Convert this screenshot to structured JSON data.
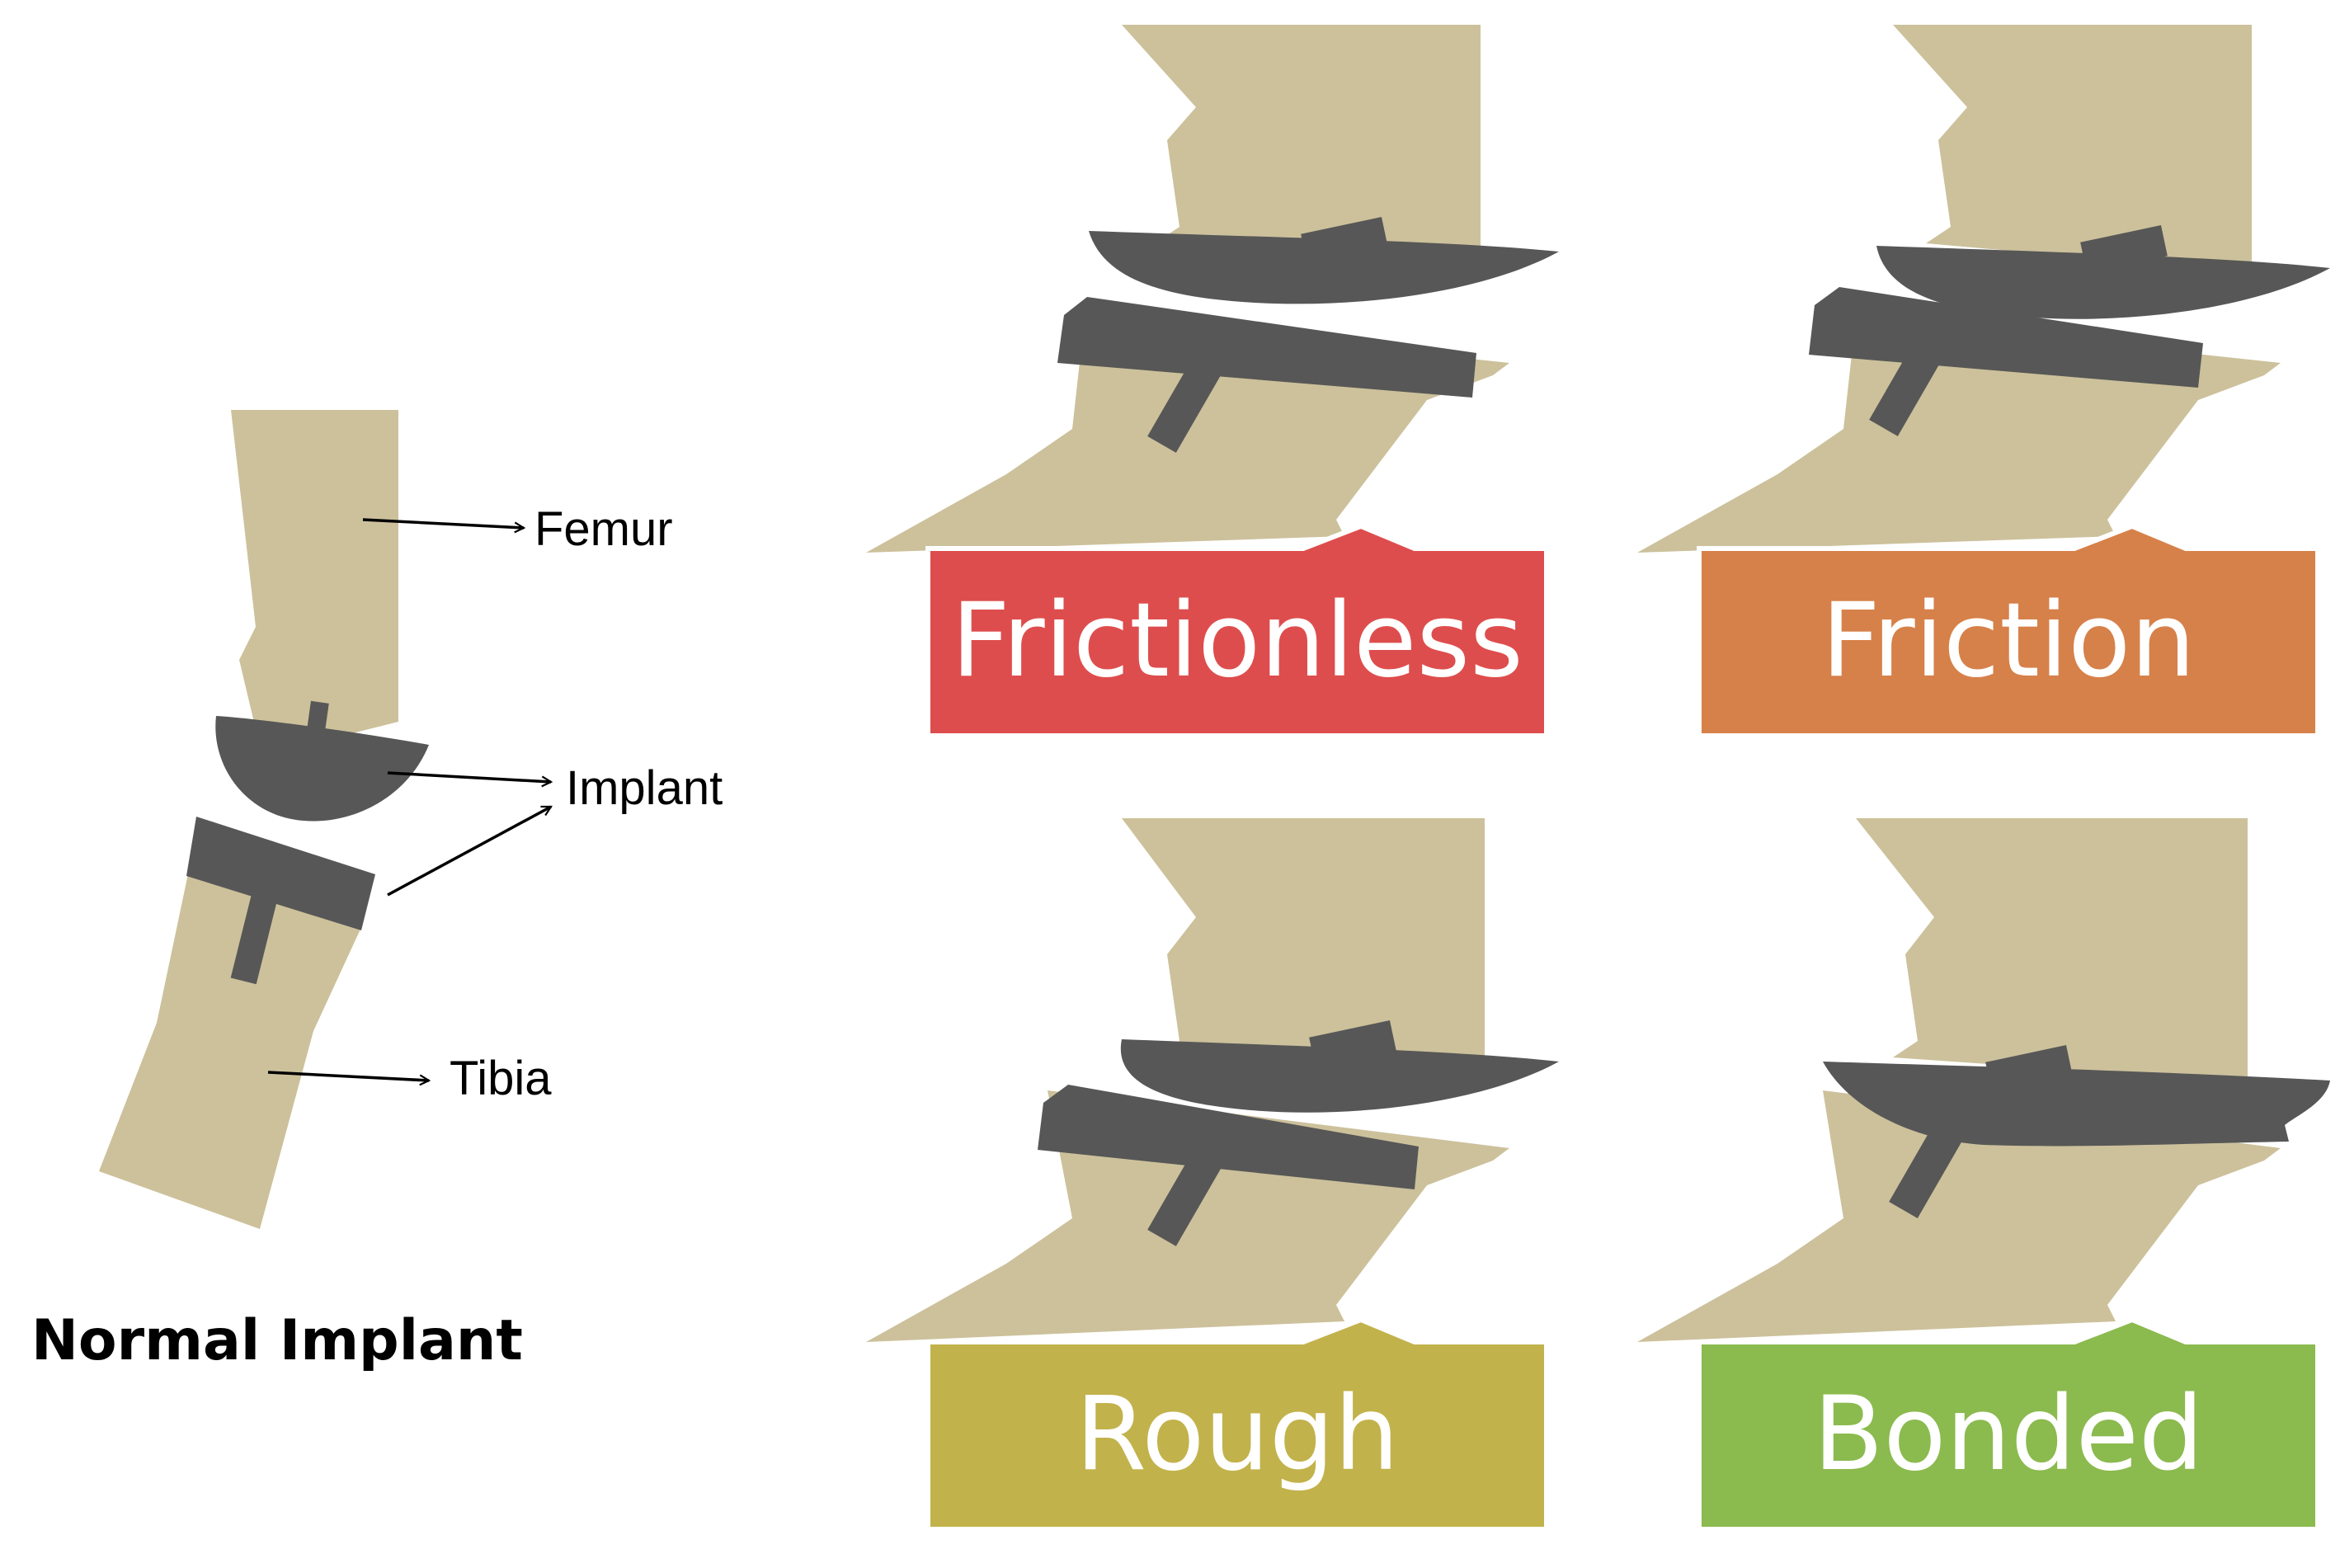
{
  "normal_implant": {
    "caption": "Normal Implant",
    "labels": {
      "femur": "Femur",
      "implant": "Implant",
      "tibia": "Tibia"
    }
  },
  "contact_conditions": [
    {
      "label": "Frictionless",
      "color": "#DE4D4D"
    },
    {
      "label": "Friction",
      "color": "#D6814A"
    },
    {
      "label": "Rough",
      "color": "#C2B24B"
    },
    {
      "label": "Bonded",
      "color": "#8BBA4E"
    }
  ],
  "colors": {
    "bone": "#CCC19B",
    "implant": "#575757",
    "background": "#FFFFFF"
  }
}
